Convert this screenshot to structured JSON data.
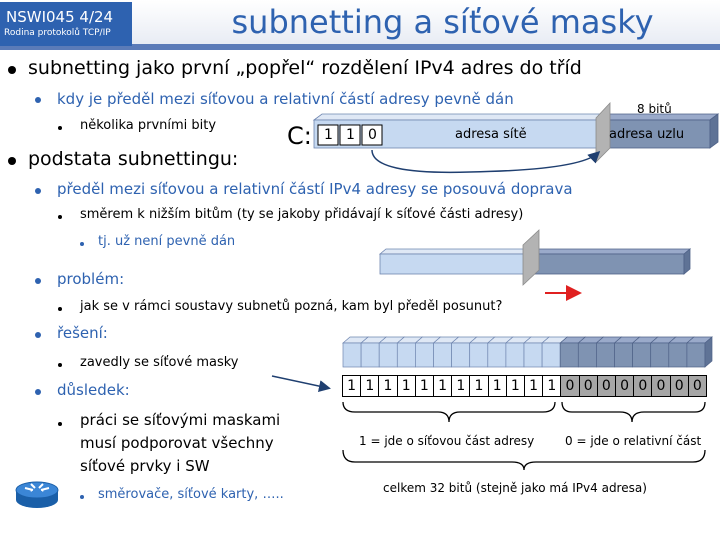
{
  "header": {
    "course_code": "NSWI045 4/24",
    "course_subtitle": "Rodina protokolů TCP/IP",
    "title": "subnetting a síťové masky"
  },
  "bullets": {
    "b1": "subnetting jako první „popřel“ rozdělení IPv4 adres do tříd",
    "b1_1": "kdy je předěl mezi síťovou a relativní částí adresy pevně dán",
    "b1_1_1": "několika prvními bity",
    "b2": "podstata subnettingu:",
    "b2_1": "předěl mezi síťovou a relativní částí IPv4 adresy se posouvá doprava",
    "b2_1_1": "směrem k nižším bitům (ty se jakoby přidávají k síťové části adresy)",
    "b2_1_1_1": "tj. už není pevně dán",
    "b3": "problém:",
    "b3_1": "jak se v rámci soustavy subnetů pozná, kam byl předěl posunut?",
    "b4": "řešení:",
    "b4_1": "zavedly se síťové masky",
    "b5": "důsledek:",
    "b5_1_line1": "práci se síťovými maskami",
    "b5_1_line2": "musí podporovat všechny",
    "b5_1_line3": "síťové prvky i SW",
    "b5_1_1": "směrovače, síťové karty, ….."
  },
  "class_c_diagram": {
    "class_label": "C:",
    "prefix_bits": [
      "1",
      "1",
      "0"
    ],
    "net_label": "adresa sítě",
    "host_label": "adresa uzlu",
    "host_bits_label": "8 bitů"
  },
  "mask": {
    "network_bits": [
      "1",
      "1",
      "1",
      "1",
      "1",
      "1",
      "1",
      "1",
      "1",
      "1",
      "1",
      "1"
    ],
    "host_bits": [
      "0",
      "0",
      "0",
      "0",
      "0",
      "0",
      "0",
      "0"
    ],
    "net_brace_label": "1 = jde o síťovou část adresy",
    "host_brace_label": "0 = jde o relativní část",
    "total_label": "celkem 32 bitů (stejně jako má IPv4 adresa)"
  },
  "colors": {
    "accent": "#2e62b0",
    "header_bar": "#5b7bb8",
    "net_part": "#c6d9f1",
    "host_part": "#7f93b2",
    "shift_arrow": "#e02020"
  },
  "icons": {
    "router": "router-icon"
  }
}
